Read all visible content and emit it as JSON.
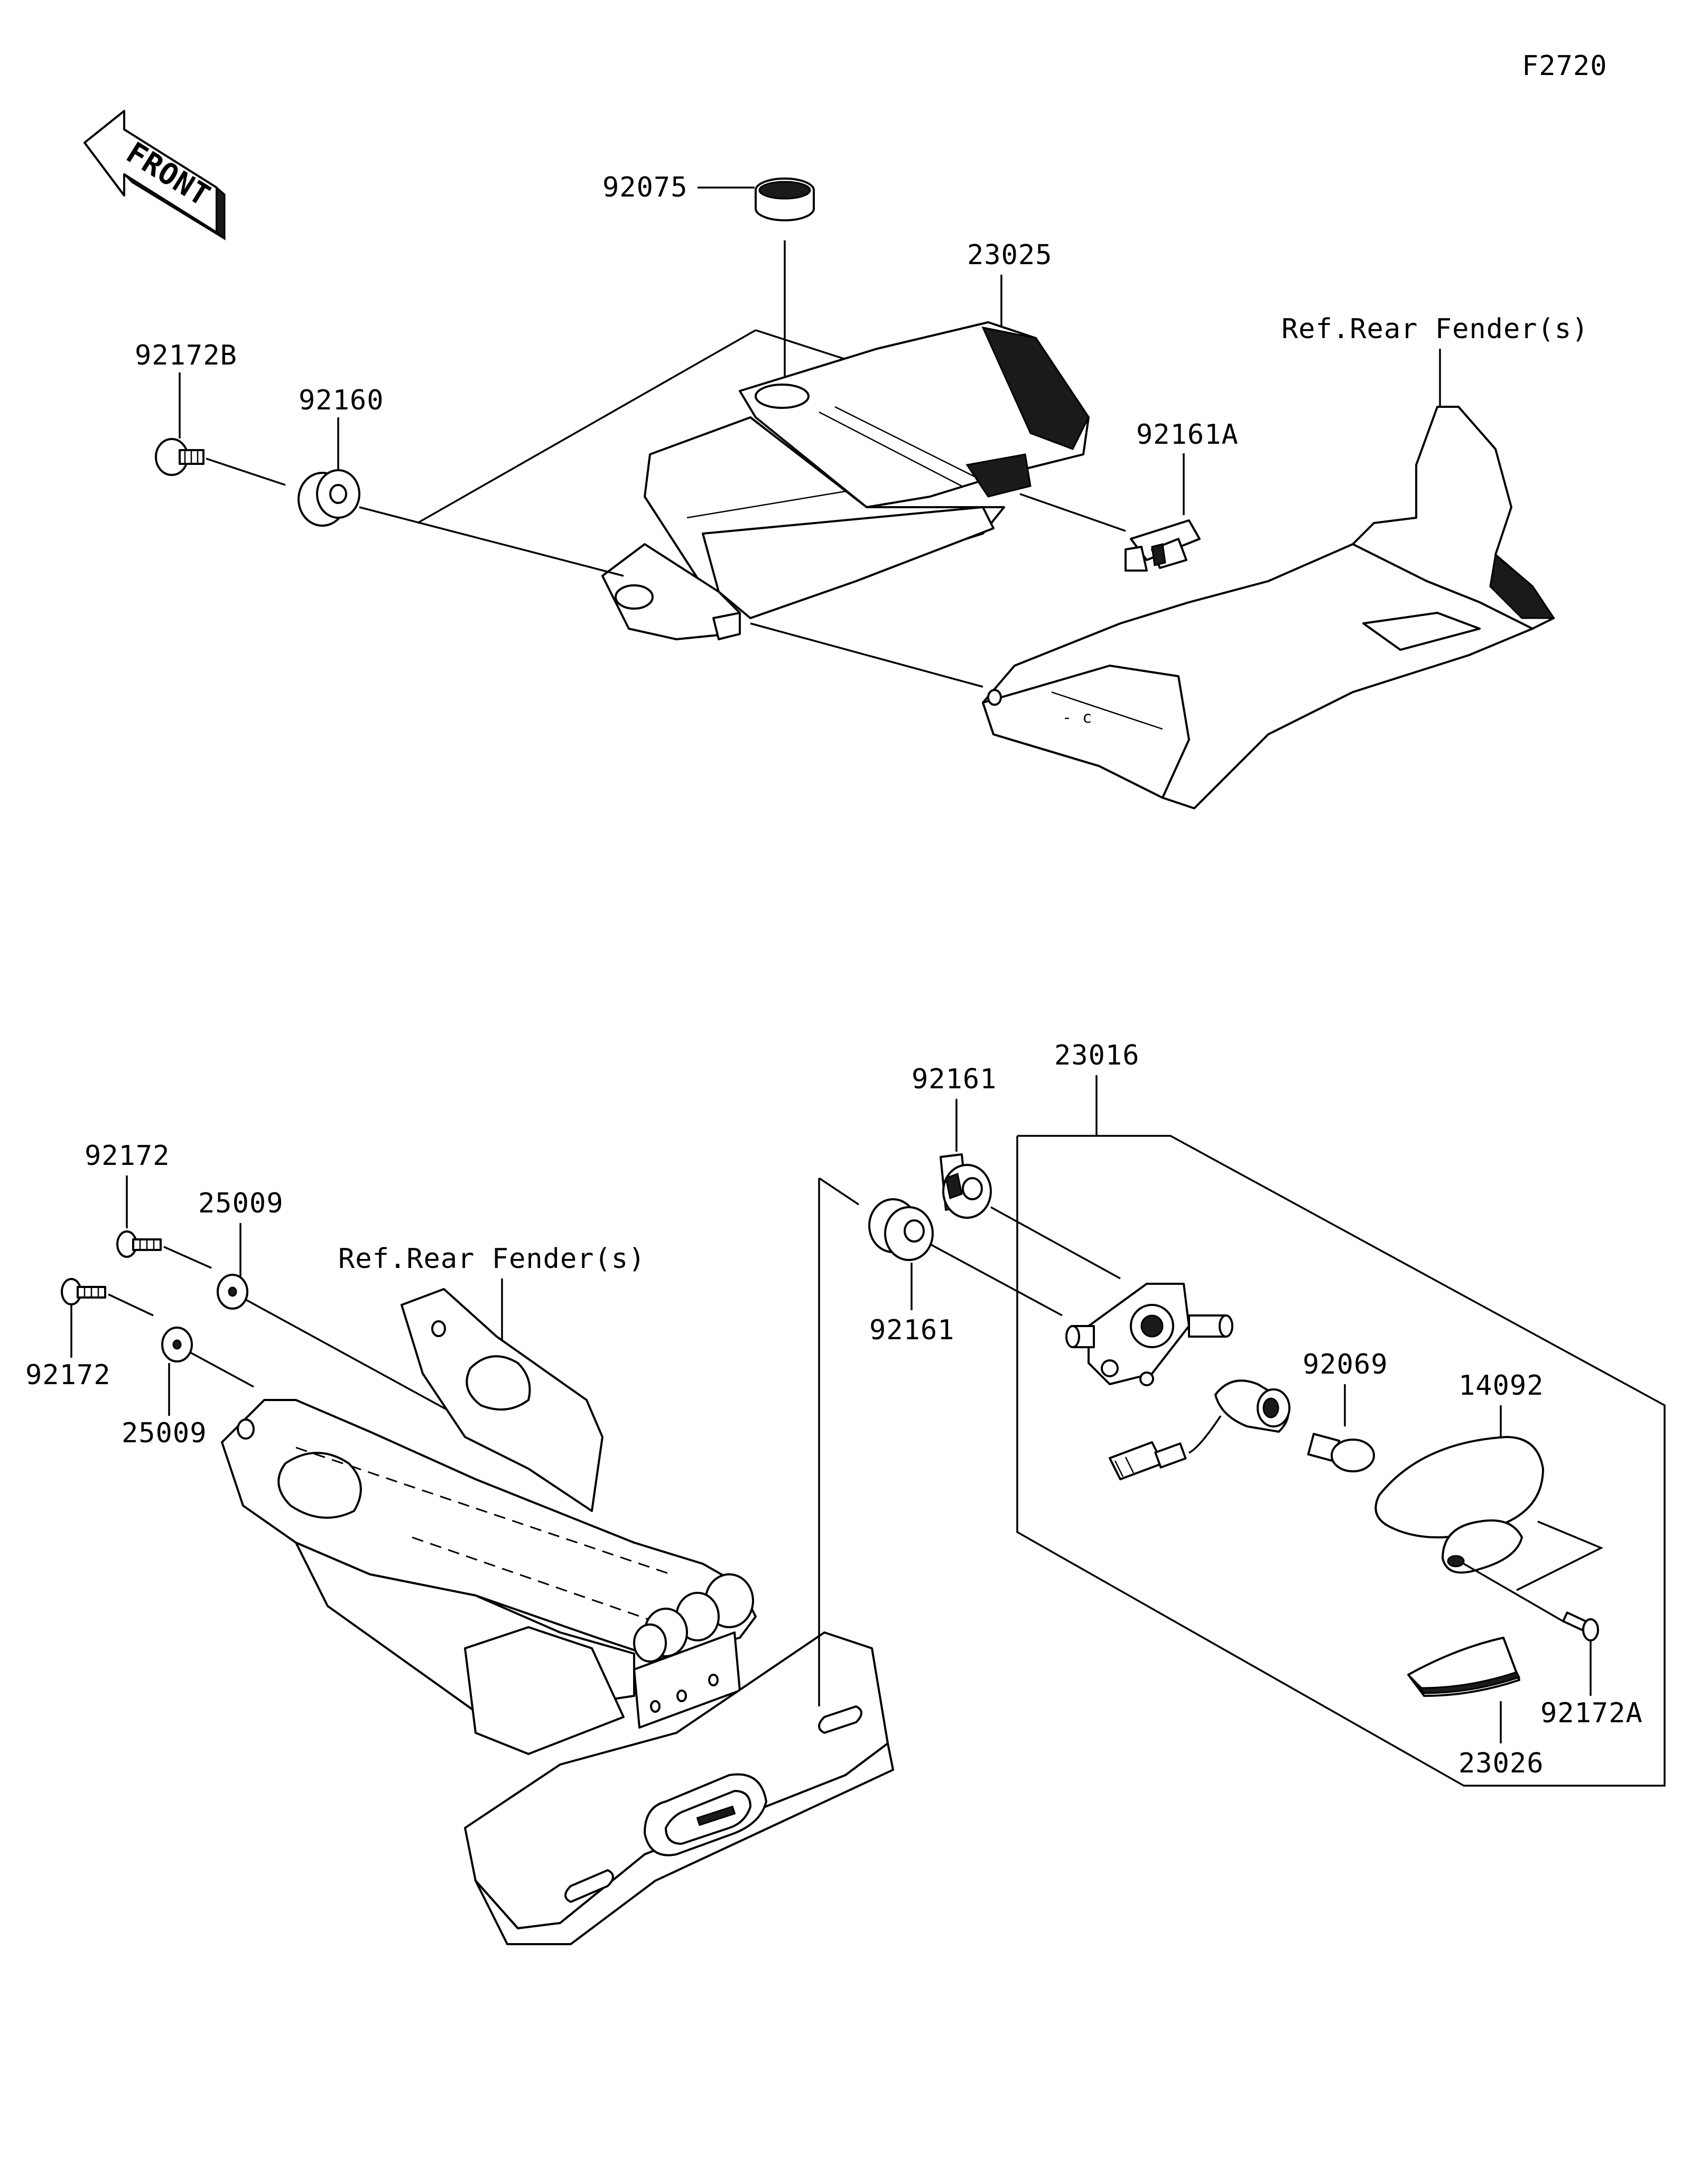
{
  "figure_code": "F2720",
  "front_label": "FRONT",
  "references": {
    "rear_fender_top": "Ref.Rear Fender(s)",
    "rear_fender_bottom": "Ref.Rear Fender(s)"
  },
  "part_labels": {
    "p92075": "92075",
    "p23025": "23025",
    "p92172B": "92172B",
    "p92160": "92160",
    "p92161A": "92161A",
    "p23016": "23016",
    "p92161_upper": "92161",
    "p92161_lower": "92161",
    "p92172_upper": "92172",
    "p92172_lower": "92172",
    "p25009_upper": "25009",
    "p25009_lower": "25009",
    "p92069": "92069",
    "p14092": "14092",
    "p92172A": "92172A",
    "p23026": "23026"
  }
}
